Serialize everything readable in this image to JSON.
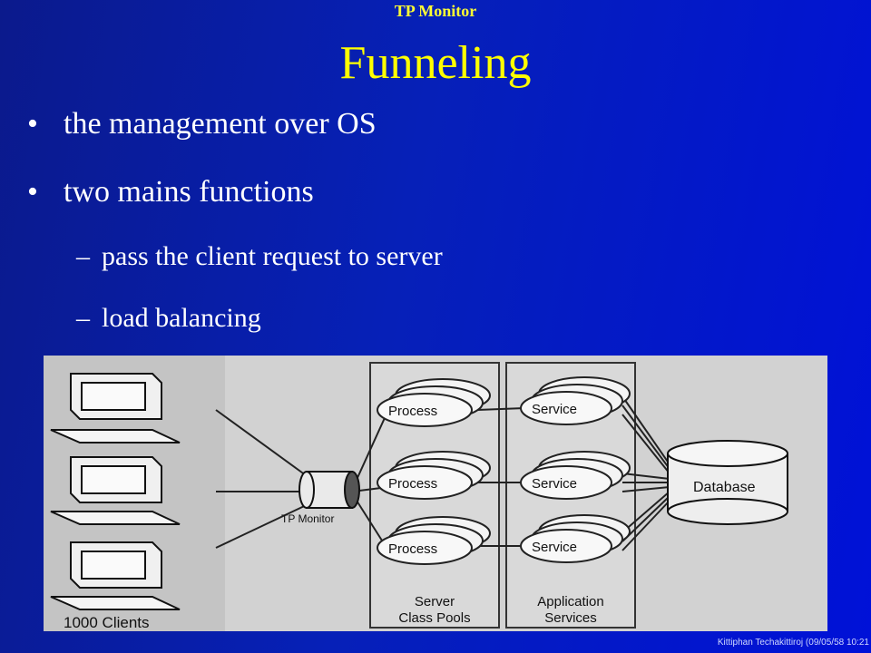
{
  "header": {
    "section": "TP Monitor"
  },
  "slide": {
    "title": "Funneling",
    "bullets": [
      "the management over OS",
      "two mains functions"
    ],
    "sub_bullets": [
      "pass the client request to server",
      "load balancing"
    ],
    "bullet_symbol": "•",
    "dash_symbol": "–"
  },
  "diagram": {
    "clients_label": "1000 Clients",
    "monitor_label": "TP Monitor",
    "process_label": "Process",
    "service_label": "Service",
    "database_label": "Database",
    "pools_label_line1": "Server",
    "pools_label_line2": "Class Pools",
    "services_label_line1": "Application",
    "services_label_line2": "Services"
  },
  "footer": {
    "text": "Kittiphan Techakittiroj (09/05/58 10:21"
  },
  "colors": {
    "background": "#0620b8",
    "title": "#ffff00",
    "header": "#ffff33",
    "body_text": "#ffffff",
    "figure_bg": "#cfcfcf"
  }
}
